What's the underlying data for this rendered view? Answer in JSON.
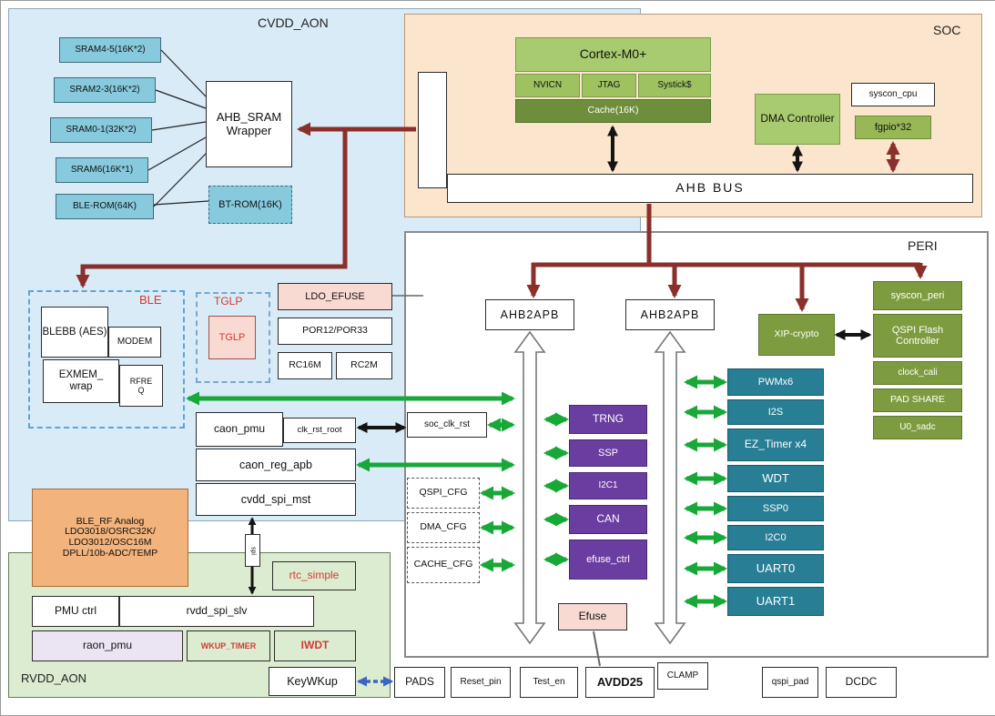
{
  "regions": {
    "cvdd_label": "CVDD_AON",
    "soc_label": "SOC",
    "peri_label": "PERI",
    "rvdd_label": "RVDD_AON"
  },
  "memory": {
    "srams": [
      {
        "label": "SRAM4-5(16K*2)"
      },
      {
        "label": "SRAM2-3(16K*2)"
      },
      {
        "label": "SRAM0-1(32K*2)"
      },
      {
        "label": "SRAM6(16K*1)"
      },
      {
        "label": "BLE-ROM(64K)"
      }
    ],
    "wrapper_label": "AHB_SRAM Wrapper",
    "bt_rom_label": "BT-ROM(16K)"
  },
  "ble": {
    "label": "BLE",
    "blebb_label": "BLEBB (AES)",
    "modem_label": "MODEM",
    "exmem_label": "EXMEM_\nwrap",
    "rfre_label": "RFRE\nQ"
  },
  "tglp": {
    "label": "TGLP",
    "inner_label": "TGLP"
  },
  "cvdd": {
    "ldo_efuse": "LDO_EFUSE",
    "por": "POR12/POR33",
    "rc16m": "RC16M",
    "rc2m": "RC2M",
    "caon_pmu": "caon_pmu",
    "clk_rst_root": "clk_rst_root",
    "caon_reg_apb": "caon_reg_apb",
    "cvdd_spi_mst": "cvdd_spi_mst",
    "spi_link": "spi",
    "ble_rf_analog": "BLE_RF Analog\nLDO3018/OSRC32K/\nLDO3012/OSC16M\nDPLL/10b-ADC/TEMP"
  },
  "rvdd": {
    "rtc_simple": "rtc_simple",
    "pmu_ctrl": "PMU ctrl",
    "rvdd_spi_slv": "rvdd_spi_slv",
    "raon_pmu": "raon_pmu",
    "wkup_timer": "WKUP_TIMER",
    "iwdt": "IWDT",
    "keywkup": "KeyWKup"
  },
  "soc": {
    "cortex": {
      "title": "Cortex-M0+",
      "cells": [
        {
          "label": "NVICN"
        },
        {
          "label": "JTAG"
        },
        {
          "label": "Systick$"
        }
      ],
      "cache": "Cache(16K)"
    },
    "dma": "DMA Controller",
    "syscon_cpu": "syscon_cpu",
    "fgpio": "fgpio*32",
    "ahb_bus": "AHB BUS"
  },
  "peri": {
    "ahb2apb_left": "AHB2APB",
    "ahb2apb_right": "AHB2APB",
    "xip_crypto": "XIP-crypto",
    "soc_clk_rst": "soc_clk_rst",
    "cfg_blocks": [
      {
        "label": "QSPI_CFG"
      },
      {
        "label": "DMA_CFG"
      },
      {
        "label": "CACHE_CFG"
      }
    ],
    "apb1_blocks": [
      {
        "label": "TRNG"
      },
      {
        "label": "SSP"
      },
      {
        "label": "I2C1"
      },
      {
        "label": "CAN"
      },
      {
        "label": "efuse_ctrl"
      }
    ],
    "efuse": "Efuse",
    "apb2_blocks": [
      {
        "label": "PWMx6"
      },
      {
        "label": "I2S"
      },
      {
        "label": "EZ_Timer x4"
      },
      {
        "label": "WDT"
      },
      {
        "label": "SSP0"
      },
      {
        "label": "I2C0"
      },
      {
        "label": "UART0"
      },
      {
        "label": "UART1"
      }
    ],
    "right_blocks": [
      {
        "label": "syscon_peri"
      },
      {
        "label": "QSPI Flash Controller"
      },
      {
        "label": "clock_cali"
      },
      {
        "label": "PAD SHARE"
      },
      {
        "label": "U0_sadc"
      }
    ]
  },
  "pads": [
    {
      "label": "PADS"
    },
    {
      "label": "Reset_pin"
    },
    {
      "label": "Test_en"
    },
    {
      "label": "AVDD25"
    },
    {
      "label": "CLAMP"
    },
    {
      "label": "qspi_pad"
    },
    {
      "label": "DCDC"
    }
  ],
  "colors": {
    "region_cvdd": "#d9ebf7",
    "region_soc": "#fbe5cd",
    "region_rvdd": "#dcecd0",
    "mem_teal": "#87cadd",
    "green_block": "#a9cb6f",
    "olive_block": "#7d9c3f",
    "purple_block": "#6a3da0",
    "teal_block": "#277e95",
    "pink_block": "#f8dad2",
    "orange_block": "#f2b37c",
    "arrow_red": "#8b2f2b",
    "arrow_green": "#18a838",
    "arrow_black": "#141414",
    "arrow_blue": "#3a66c0"
  }
}
